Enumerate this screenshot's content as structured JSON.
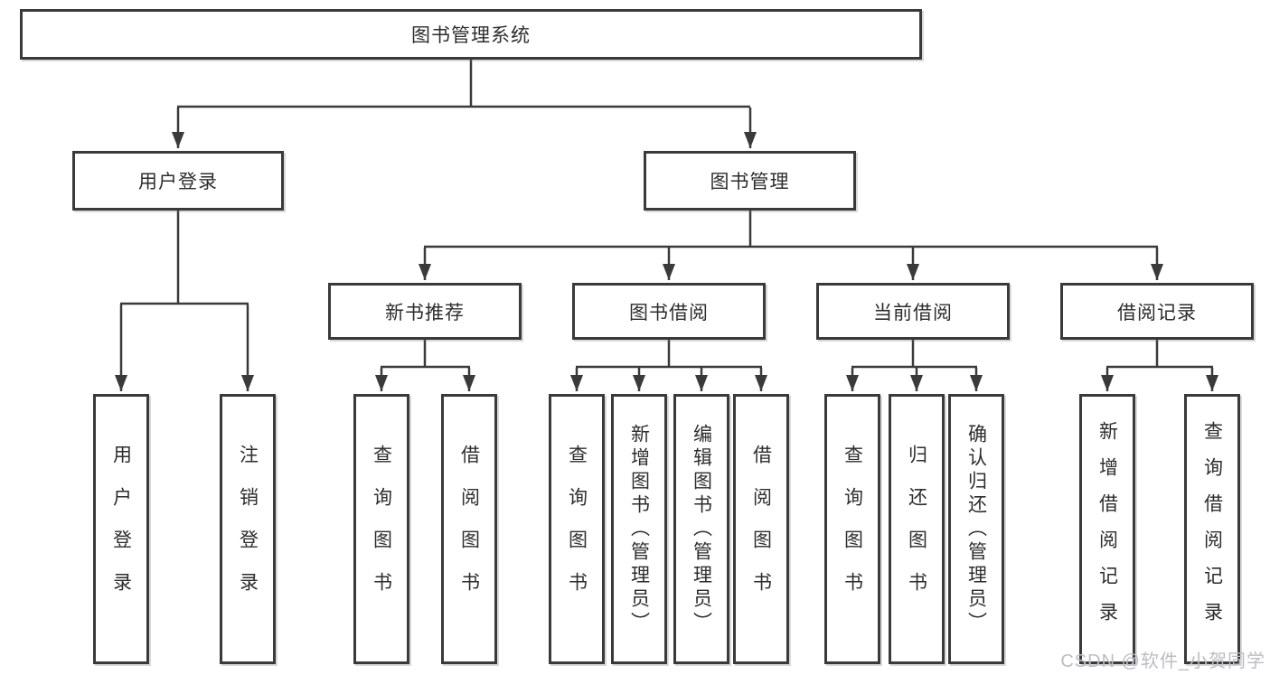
{
  "colors": {
    "line": "#3a3a3a",
    "box_border": "#3a3a3a",
    "text": "#2d2d2d",
    "watermark": "#bcbcc4",
    "background": "#ffffff"
  },
  "tree": {
    "root": {
      "label": "图书管理系统",
      "children": [
        {
          "label": "用户登录",
          "children": [
            {
              "label": "用户登录"
            },
            {
              "label": "注销登录"
            }
          ]
        },
        {
          "label": "图书管理",
          "children": [
            {
              "label": "新书推荐",
              "children": [
                {
                  "label": "查询图书"
                },
                {
                  "label": "借阅图书"
                }
              ]
            },
            {
              "label": "图书借阅",
              "children": [
                {
                  "label": "查询图书"
                },
                {
                  "label": "新增图书（管理员）"
                },
                {
                  "label": "编辑图书（管理员）"
                },
                {
                  "label": "借阅图书"
                }
              ]
            },
            {
              "label": "当前借阅",
              "children": [
                {
                  "label": "查询图书"
                },
                {
                  "label": "归还图书"
                },
                {
                  "label": "确认归还（管理员）"
                }
              ]
            },
            {
              "label": "借阅记录",
              "children": [
                {
                  "label": "新增借阅记录"
                },
                {
                  "label": "查询借阅记录"
                }
              ]
            }
          ]
        }
      ]
    }
  },
  "watermark": {
    "text": "CSDN @软件_小贺同学"
  }
}
